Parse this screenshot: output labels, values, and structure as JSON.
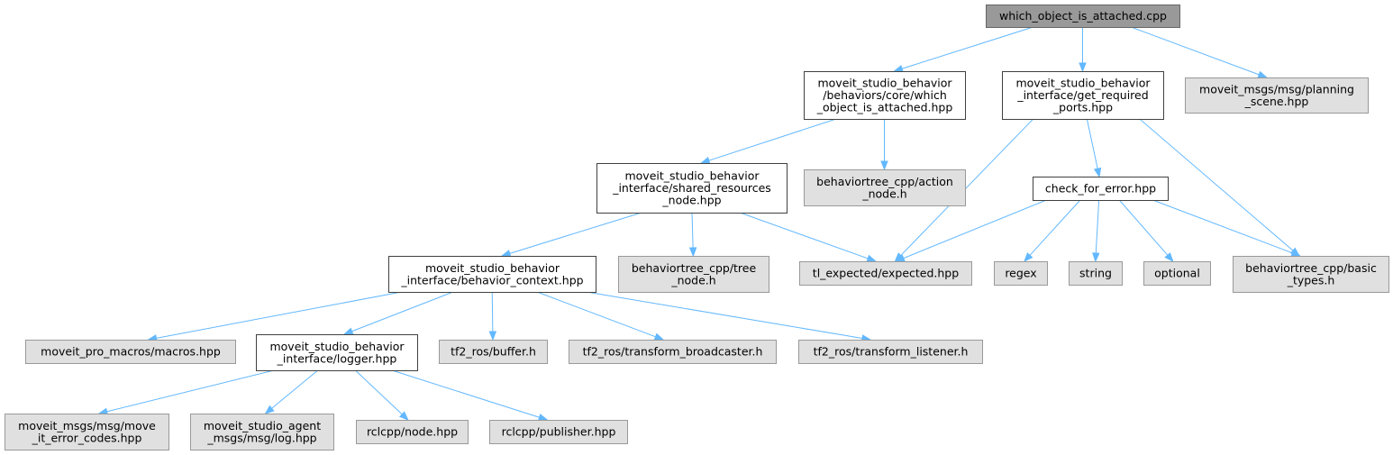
{
  "colors": {
    "root_fill": "#999999",
    "root_stroke": "#666666",
    "documented_fill": "#ffffff",
    "documented_stroke": "#404040",
    "external_fill": "#e0e0e0",
    "external_stroke": "#999999",
    "edge": "#63b8ff"
  },
  "nodes": [
    {
      "id": "root",
      "kind": "root",
      "lines": [
        "which_object_is_attached.cpp"
      ]
    },
    {
      "id": "woia_hpp",
      "kind": "documented",
      "lines": [
        "moveit_studio_behavior",
        "/behaviors/core/which",
        "_object_is_attached.hpp"
      ]
    },
    {
      "id": "grp_hpp",
      "kind": "documented",
      "lines": [
        "moveit_studio_behavior",
        "_interface/get_required",
        "_ports.hpp"
      ]
    },
    {
      "id": "planning_scene",
      "kind": "external",
      "lines": [
        "moveit_msgs/msg/planning",
        "_scene.hpp"
      ]
    },
    {
      "id": "srn_hpp",
      "kind": "documented",
      "lines": [
        "moveit_studio_behavior",
        "_interface/shared_resources",
        "_node.hpp"
      ]
    },
    {
      "id": "action_node",
      "kind": "external",
      "lines": [
        "behaviortree_cpp/action",
        "_node.h"
      ]
    },
    {
      "id": "check_for_error",
      "kind": "documented",
      "lines": [
        "check_for_error.hpp"
      ]
    },
    {
      "id": "bc_hpp",
      "kind": "documented",
      "lines": [
        "moveit_studio_behavior",
        "_interface/behavior_context.hpp"
      ]
    },
    {
      "id": "tree_node",
      "kind": "external",
      "lines": [
        "behaviortree_cpp/tree",
        "_node.h"
      ]
    },
    {
      "id": "tl_expected",
      "kind": "external",
      "lines": [
        "tl_expected/expected.hpp"
      ]
    },
    {
      "id": "regex",
      "kind": "external",
      "lines": [
        "regex"
      ]
    },
    {
      "id": "string",
      "kind": "external",
      "lines": [
        "string"
      ]
    },
    {
      "id": "optional",
      "kind": "external",
      "lines": [
        "optional"
      ]
    },
    {
      "id": "basic_types",
      "kind": "external",
      "lines": [
        "behaviortree_cpp/basic",
        "_types.h"
      ]
    },
    {
      "id": "macros",
      "kind": "external",
      "lines": [
        "moveit_pro_macros/macros.hpp"
      ]
    },
    {
      "id": "logger_hpp",
      "kind": "documented",
      "lines": [
        "moveit_studio_behavior",
        "_interface/logger.hpp"
      ]
    },
    {
      "id": "buffer",
      "kind": "external",
      "lines": [
        "tf2_ros/buffer.h"
      ]
    },
    {
      "id": "tf_broadcaster",
      "kind": "external",
      "lines": [
        "tf2_ros/transform_broadcaster.h"
      ]
    },
    {
      "id": "tf_listener",
      "kind": "external",
      "lines": [
        "tf2_ros/transform_listener.h"
      ]
    },
    {
      "id": "error_codes",
      "kind": "external",
      "lines": [
        "moveit_msgs/msg/move",
        "_it_error_codes.hpp"
      ]
    },
    {
      "id": "agent_log",
      "kind": "external",
      "lines": [
        "moveit_studio_agent",
        "_msgs/msg/log.hpp"
      ]
    },
    {
      "id": "rclcpp_node",
      "kind": "external",
      "lines": [
        "rclcpp/node.hpp"
      ]
    },
    {
      "id": "publisher",
      "kind": "external",
      "lines": [
        "rclcpp/publisher.hpp"
      ]
    }
  ],
  "edges": [
    [
      "root",
      "woia_hpp"
    ],
    [
      "root",
      "grp_hpp"
    ],
    [
      "root",
      "planning_scene"
    ],
    [
      "woia_hpp",
      "srn_hpp"
    ],
    [
      "woia_hpp",
      "action_node"
    ],
    [
      "grp_hpp",
      "tl_expected"
    ],
    [
      "grp_hpp",
      "check_for_error"
    ],
    [
      "grp_hpp",
      "basic_types"
    ],
    [
      "srn_hpp",
      "bc_hpp"
    ],
    [
      "srn_hpp",
      "tree_node"
    ],
    [
      "srn_hpp",
      "tl_expected"
    ],
    [
      "check_for_error",
      "tl_expected"
    ],
    [
      "check_for_error",
      "regex"
    ],
    [
      "check_for_error",
      "string"
    ],
    [
      "check_for_error",
      "optional"
    ],
    [
      "check_for_error",
      "basic_types"
    ],
    [
      "bc_hpp",
      "macros"
    ],
    [
      "bc_hpp",
      "logger_hpp"
    ],
    [
      "bc_hpp",
      "buffer"
    ],
    [
      "bc_hpp",
      "tf_broadcaster"
    ],
    [
      "bc_hpp",
      "tf_listener"
    ],
    [
      "logger_hpp",
      "error_codes"
    ],
    [
      "logger_hpp",
      "agent_log"
    ],
    [
      "logger_hpp",
      "rclcpp_node"
    ],
    [
      "logger_hpp",
      "publisher"
    ]
  ]
}
